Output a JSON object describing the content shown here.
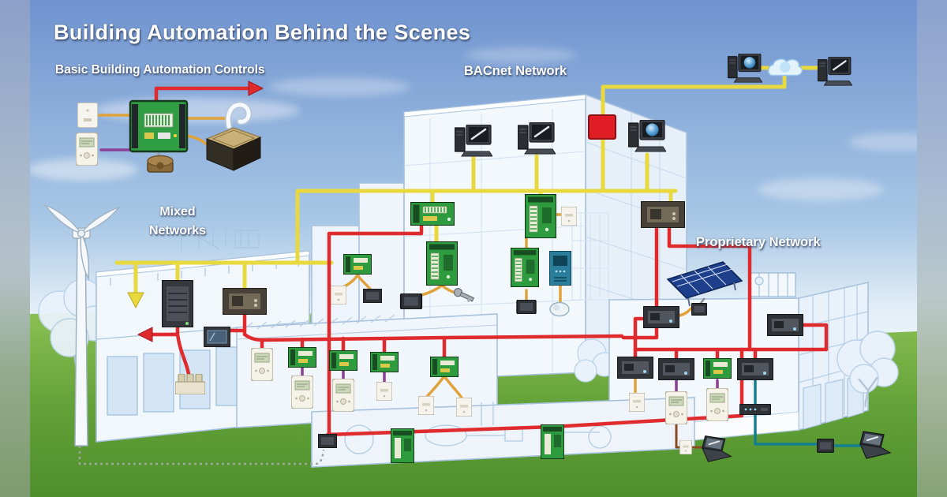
{
  "title": "Building Automation Behind the Scenes",
  "sections": {
    "basic_controls": {
      "label": "Basic Building Automation Controls"
    },
    "bacnet": {
      "label": "BACnet Network"
    },
    "mixed": {
      "line1": "Mixed",
      "line2": "Networks"
    },
    "proprietary": {
      "label": "Proprietary Network"
    }
  },
  "wire_colors": {
    "bacnet_yellow": "#e8d93e",
    "network_red": "#df2b2e",
    "sensor_orange": "#e0a23a",
    "thermostat_purple": "#8b3f96",
    "ethernet_teal": "#12808f",
    "serial_brown": "#8a4a1f",
    "underground_dashed": "#9aa79b"
  },
  "scene": {
    "background": {
      "sky_top": "#6f93cf",
      "sky_horizon": "#eef6fb",
      "grass": "#63a238"
    },
    "devices": [
      {
        "name": "wall-sensor",
        "region": "basic-controls"
      },
      {
        "name": "digital-thermostat",
        "region": "basic-controls"
      },
      {
        "name": "ddc-controller",
        "region": "basic-controls"
      },
      {
        "name": "damper-actuator",
        "region": "basic-controls"
      },
      {
        "name": "duct-sensor",
        "region": "basic-controls"
      },
      {
        "name": "rooftop-unit",
        "region": "basic-controls"
      },
      {
        "name": "operator-workstation",
        "region": "bacnet-network",
        "count": 3
      },
      {
        "name": "remote-workstation",
        "region": "internet",
        "count": 2
      },
      {
        "name": "internet-cloud",
        "region": "internet"
      },
      {
        "name": "bacnet-router",
        "region": "bacnet-network"
      },
      {
        "name": "unitary-controller",
        "region": "bacnet-network",
        "count": 6
      },
      {
        "name": "vav-controller",
        "region": "bacnet-network",
        "count": 4
      },
      {
        "name": "zone-thermostat",
        "region": "bacnet-network",
        "count": 3
      },
      {
        "name": "zone-sensor",
        "region": "bacnet-network",
        "count": 7
      },
      {
        "name": "variable-frequency-drive",
        "region": "bacnet-network"
      },
      {
        "name": "plant-controller",
        "region": "basement",
        "count": 2
      },
      {
        "name": "gateway-controller",
        "region": "mixed-networks",
        "count": 2
      },
      {
        "name": "legacy-display-panel",
        "region": "mixed-networks"
      },
      {
        "name": "legacy-field-device",
        "region": "mixed-networks"
      },
      {
        "name": "wind-turbine",
        "region": "site"
      },
      {
        "name": "solar-panel",
        "region": "proprietary-network"
      },
      {
        "name": "solar-inverter",
        "region": "proprietary-network"
      },
      {
        "name": "proprietary-controller",
        "region": "proprietary-network",
        "count": 6
      },
      {
        "name": "ethernet-switch",
        "region": "proprietary-network"
      },
      {
        "name": "service-laptop",
        "region": "proprietary-network",
        "count": 2
      },
      {
        "name": "protocol-adapter",
        "region": "proprietary-network",
        "count": 2
      }
    ]
  }
}
